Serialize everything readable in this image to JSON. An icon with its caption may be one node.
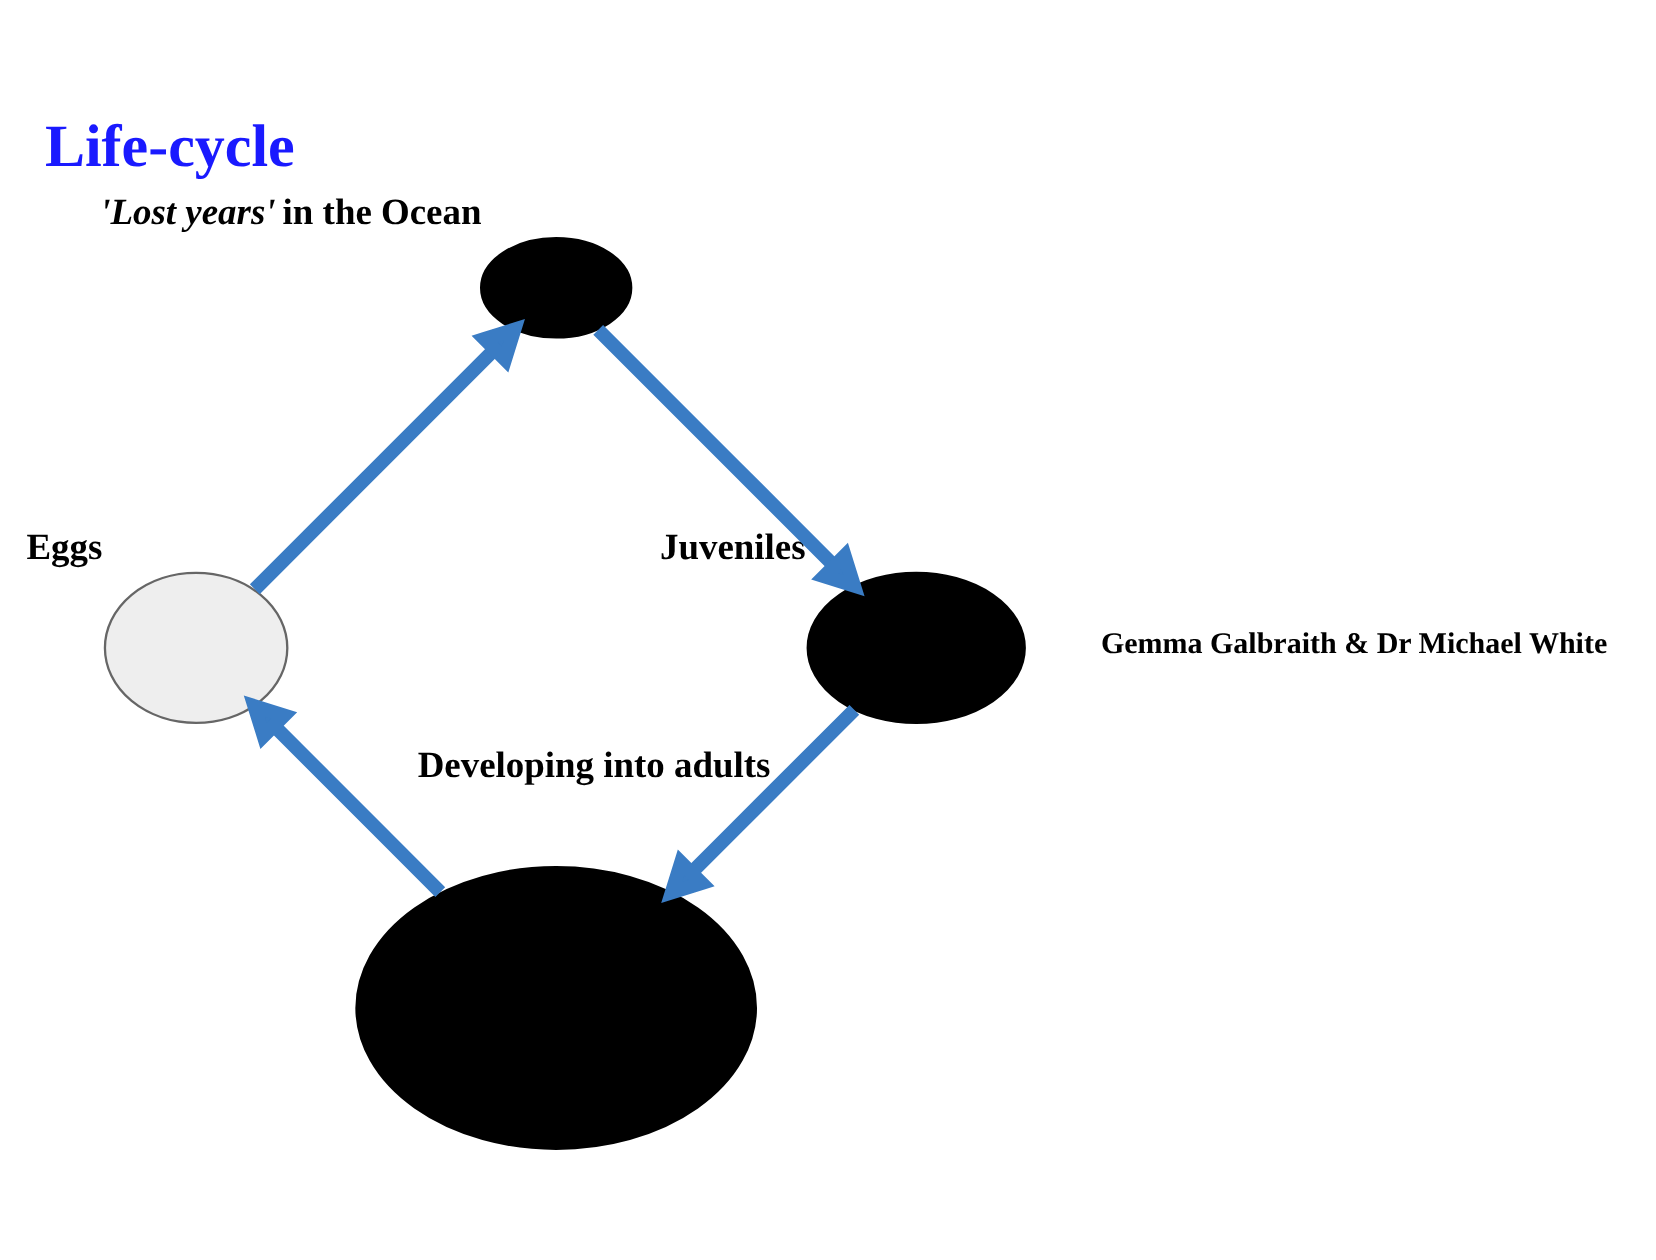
{
  "diagram": {
    "title": "Life-cycle",
    "nodes": [
      {
        "text": [],
        "shape": "circle"
      },
      {
        "text": [],
        "shape": "circle",
        "beside": [
          "Eggs"
        ]
      },
      {
        "text": [],
        "shape": "circle",
        "beside": [
          "*'Lost years'* in the Ocean"
        ]
      },
      {
        "text": [],
        "shape": "circle",
        "beside": [
          "Juveniles"
        ]
      }
    ],
    "edges": [
      {
        "from": 0,
        "to": 1,
        "arrow": "to"
      },
      {
        "from": 1,
        "to": 2,
        "arrow": "to"
      },
      {
        "from": 2,
        "to": 3,
        "arrow": "to"
      },
      {
        "from": 3,
        "to": 0,
        "arrow": "to",
        "label": "Developing into adults"
      }
    ],
    "labels": [
      "Gemma Galbraith & Dr Michael White"
    ]
  }
}
